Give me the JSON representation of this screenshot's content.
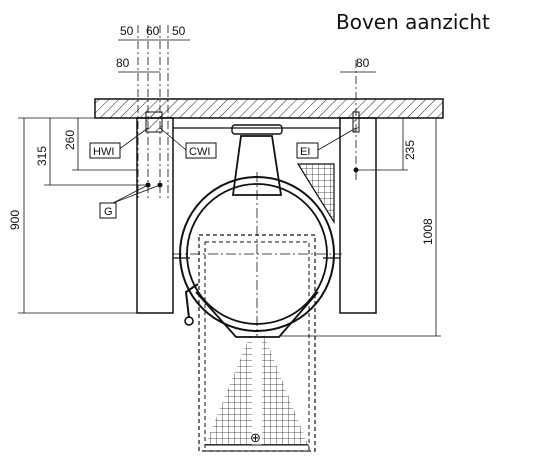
{
  "title": "Boven aanzicht",
  "dimensions": {
    "top_50_left": "50",
    "top_60": "60",
    "top_50_right": "50",
    "left_80": "80",
    "right_80": "80",
    "d315": "315",
    "d260": "260",
    "d900": "900",
    "d235": "235",
    "d1008": "1008"
  },
  "labels": {
    "hwi": "HWI",
    "cwi": "CWI",
    "ei": "EI",
    "g": "G"
  }
}
